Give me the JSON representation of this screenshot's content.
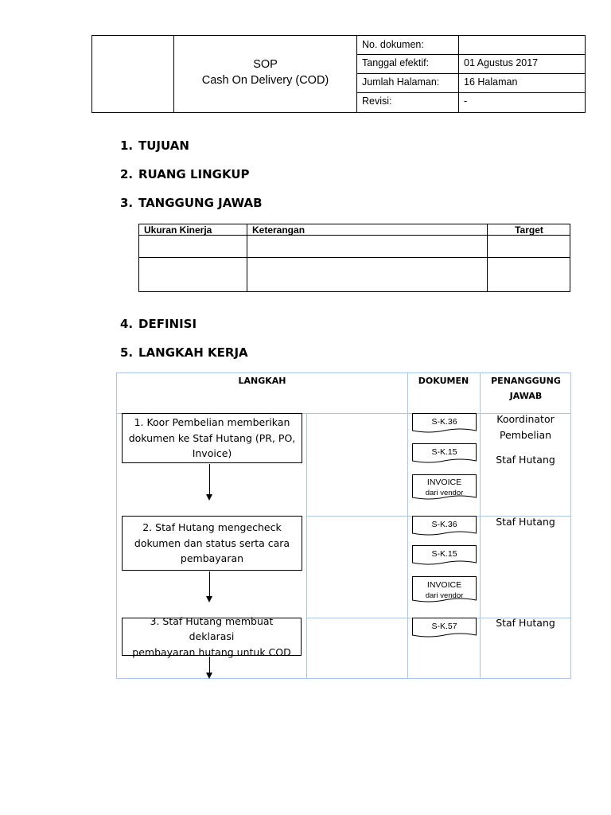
{
  "header": {
    "title_line1": "SOP",
    "title_line2": "Cash On Delivery (COD)",
    "rows": [
      {
        "label": "No. dokumen:",
        "value": ""
      },
      {
        "label": "Tanggal efektif:",
        "value": "01 Agustus 2017"
      },
      {
        "label": "Jumlah Halaman:",
        "value": "16 Halaman"
      },
      {
        "label": "Revisi:",
        "value": "-"
      }
    ]
  },
  "sections": [
    {
      "num": "1.",
      "title": "TUJUAN"
    },
    {
      "num": "2.",
      "title": "RUANG LINGKUP"
    },
    {
      "num": "3.",
      "title": "TANGGUNG JAWAB"
    },
    {
      "num": "4.",
      "title": "DEFINISI"
    },
    {
      "num": "5.",
      "title": "LANGKAH KERJA"
    }
  ],
  "tanggung_jawab_table": {
    "headers": [
      "Ukuran Kinerja",
      "Keterangan",
      "Target"
    ]
  },
  "langkah_kerja": {
    "headers": {
      "langkah": "LANGKAH",
      "dokumen": "DOKUMEN",
      "penanggung_line1": "PENANGGUNG",
      "penanggung_line2": "JAWAB"
    },
    "steps": [
      {
        "lines": [
          "1. Koor Pembelian memberikan",
          "dokumen ke Staf Hutang (PR, PO,",
          "Invoice)"
        ],
        "documents": [
          {
            "label": "S-K.36",
            "sub": ""
          },
          {
            "label": "S-K.15",
            "sub": ""
          },
          {
            "label": "INVOICE",
            "sub": "dari vendor"
          }
        ],
        "pj": [
          [
            "Koordinator",
            "Pembelian"
          ],
          [
            "Staf Hutang"
          ]
        ]
      },
      {
        "lines": [
          "2. Staf Hutang mengecheck",
          "dokumen dan status serta cara",
          "pembayaran"
        ],
        "documents": [
          {
            "label": "S-K.36",
            "sub": ""
          },
          {
            "label": "S-K.15",
            "sub": ""
          },
          {
            "label": "INVOICE",
            "sub": "dari vendor"
          }
        ],
        "pj": [
          [
            "Staf Hutang"
          ]
        ]
      },
      {
        "lines": [
          "3. Staf Hutang membuat deklarasi",
          "pembayaran hutang untuk COD"
        ],
        "documents": [
          {
            "label": "S-K.57",
            "sub": ""
          }
        ],
        "pj": [
          [
            "Staf Hutang"
          ]
        ]
      }
    ]
  },
  "colors": {
    "table_border_blue": "#a9c4e4",
    "text": "#000000"
  }
}
